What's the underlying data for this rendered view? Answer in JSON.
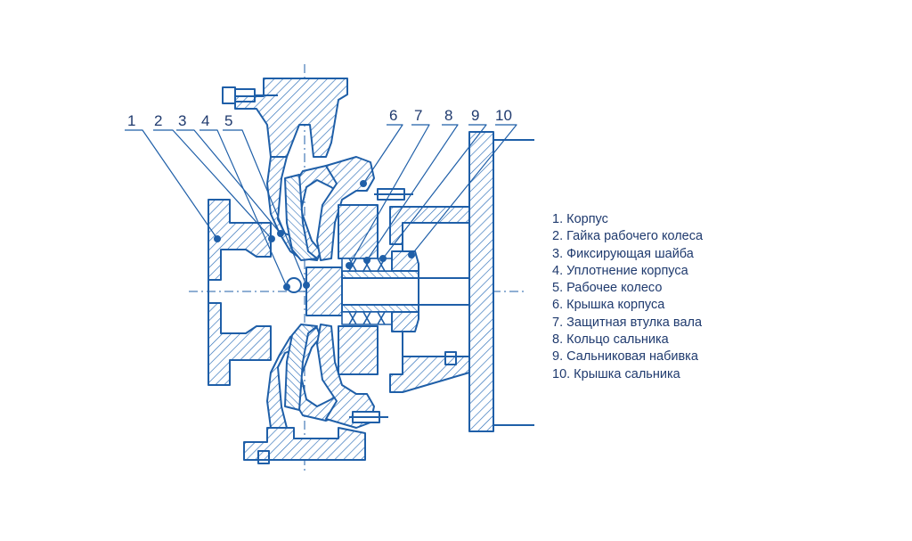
{
  "diagram": {
    "line_color": "#1f5fa8",
    "hatch_color": "#2a6db8",
    "text_color": "#1f3a6e",
    "callouts": [
      "1",
      "2",
      "3",
      "4",
      "5",
      "6",
      "7",
      "8",
      "9",
      "10"
    ]
  },
  "legend": {
    "items": [
      "1. Корпус",
      "2. Гайка рабочего колеса",
      "3. Фиксирующая шайба",
      "4. Уплотнение корпуса",
      "5. Рабочее колесо",
      "6. Крышка корпуса",
      "7. Защитная втулка вала",
      "8. Кольцо сальника",
      "9. Сальниковая набивка",
      "10. Крышка сальника"
    ]
  }
}
